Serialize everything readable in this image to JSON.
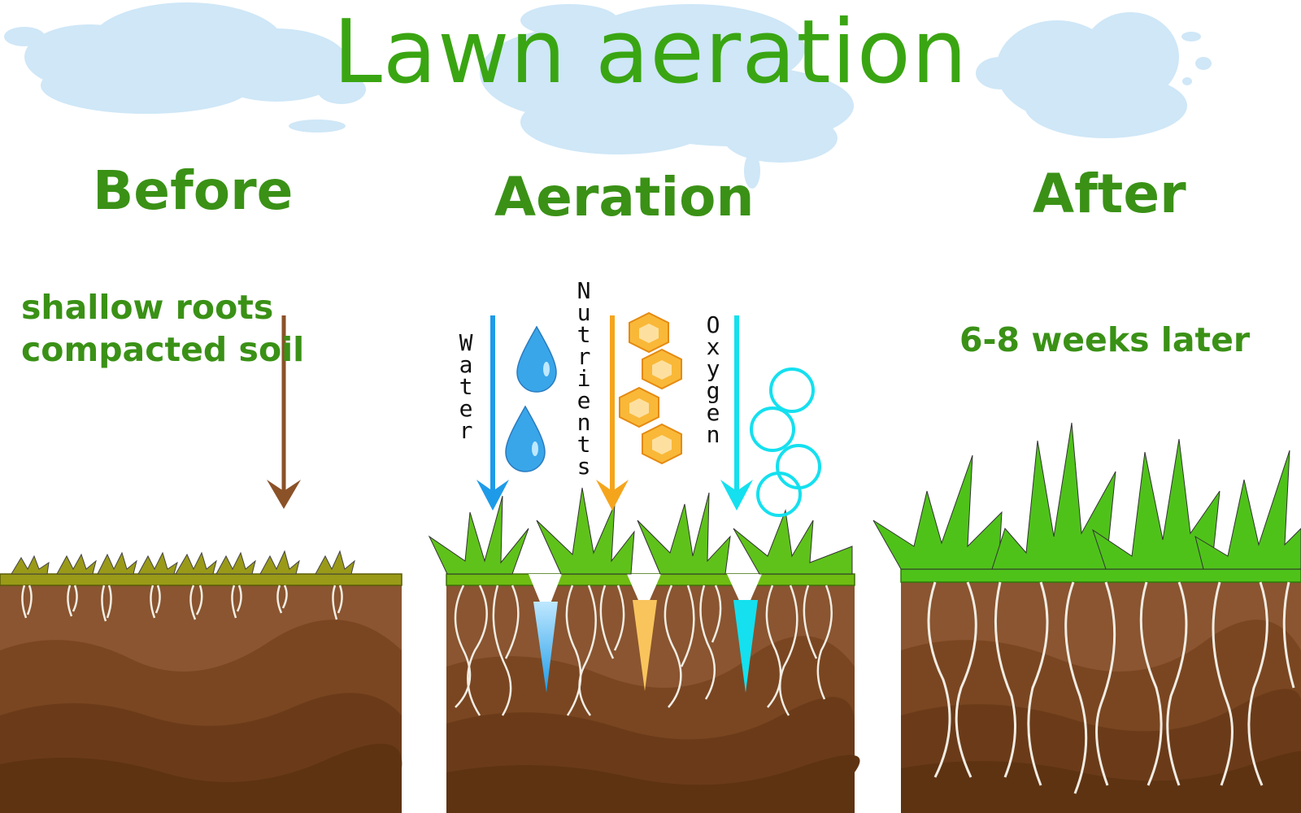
{
  "title": "Lawn aeration",
  "panels": {
    "before": {
      "heading": "Before",
      "notes": [
        "shallow roots",
        "compacted soil"
      ]
    },
    "aeration": {
      "heading": "Aeration",
      "flows": [
        "Water",
        "Nutrients",
        "Oxygen"
      ]
    },
    "after": {
      "heading": "After",
      "note": "6-8 weeks later"
    }
  },
  "colors": {
    "title_green": "#3aa512",
    "heading_green": "#3a9116",
    "sky": "#cfe7f7",
    "soil_top": "#8a5530",
    "soil_mid": "#7a4621",
    "soil_deep": "#5e3312",
    "water": "#1e9be8",
    "nutrients": "#f5a51c",
    "oxygen": "#14e0ef",
    "arrow_before": "#8b5228",
    "grass_bright": "#4fc21a",
    "grass_dry": "#9a9a18",
    "roots": "#f2ede4"
  },
  "icons": [
    "cloud-icon",
    "water-drop-icon",
    "nutrient-hexagon-icon",
    "oxygen-bubble-icon",
    "arrow-down-icon",
    "grass-tuft-icon",
    "root-icon"
  ]
}
